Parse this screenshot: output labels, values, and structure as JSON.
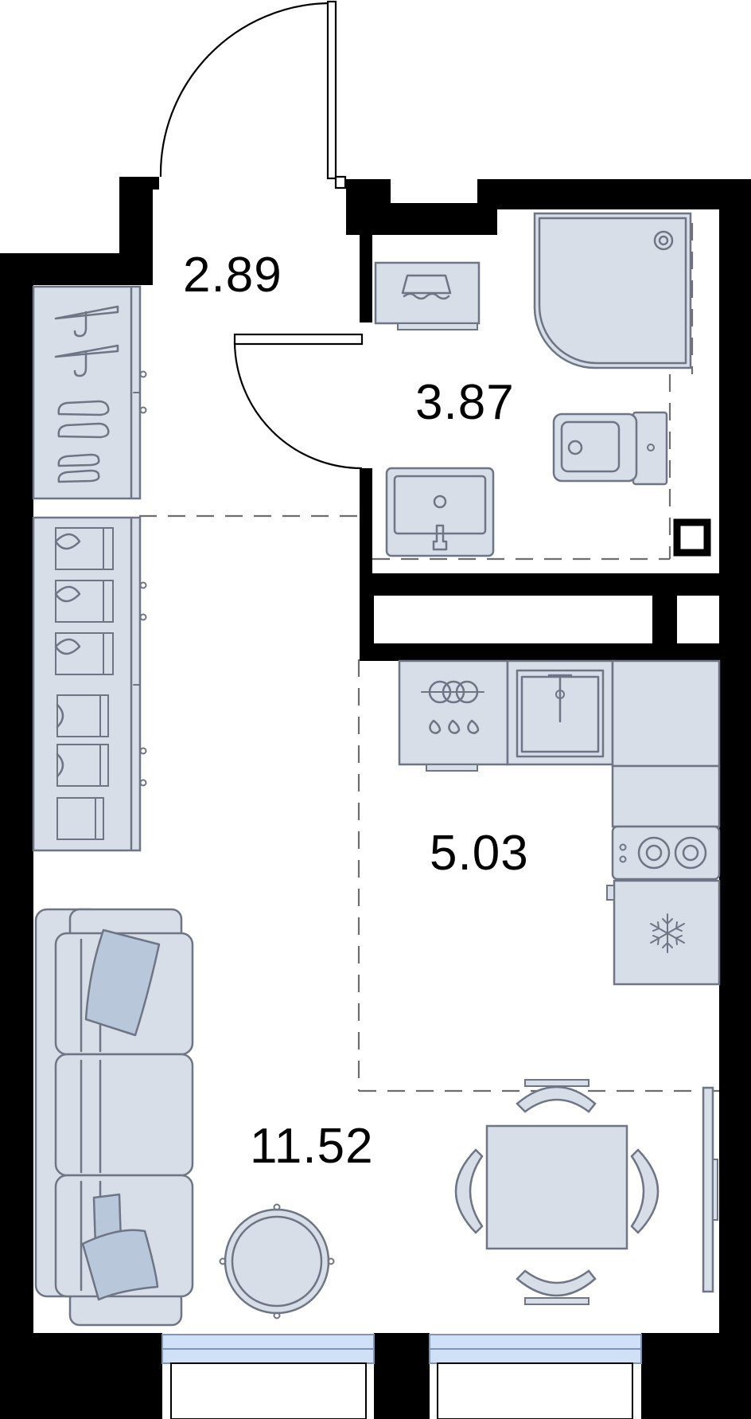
{
  "plan": {
    "rooms": [
      {
        "id": "hallway",
        "area": "2.89"
      },
      {
        "id": "bathroom",
        "area": "3.87"
      },
      {
        "id": "kitchen",
        "area": "5.03"
      },
      {
        "id": "living",
        "area": "11.52"
      }
    ]
  },
  "colors": {
    "wall": "#000000",
    "furniture_fill": "#d8dee8",
    "furniture_line": "#6e7584",
    "pillow_fill": "#b8c7da",
    "window_glass": "#cfe0f7"
  },
  "icons": [
    "door-swing-icon",
    "sink-icon",
    "shower-icon",
    "toilet-icon",
    "hob-icon",
    "snowflake-icon",
    "hanger-icon",
    "shoe-icon"
  ]
}
